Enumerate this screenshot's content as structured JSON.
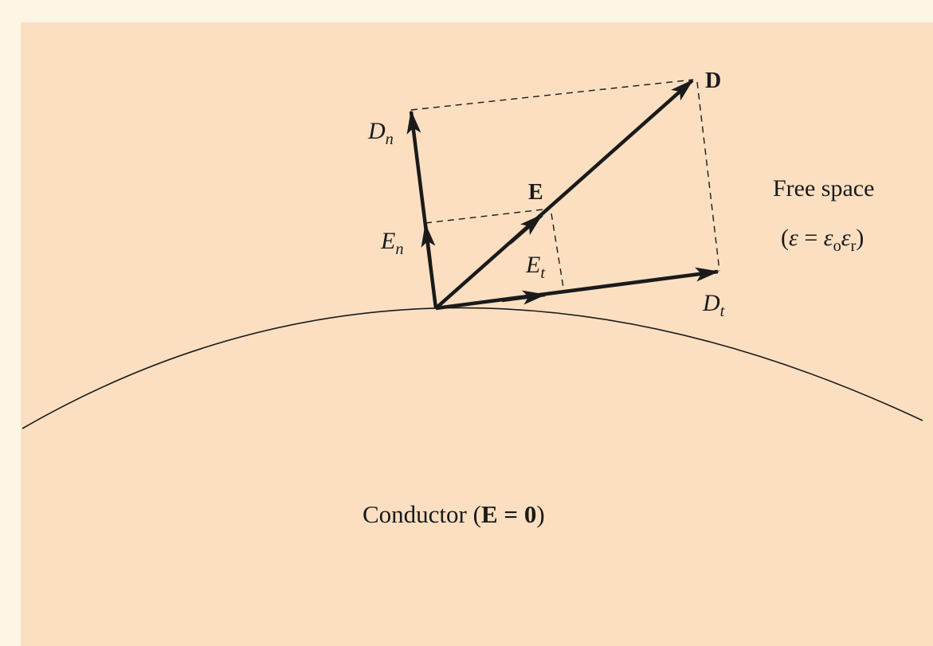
{
  "labels": {
    "d_vector": "D",
    "e_vector": "E",
    "dn_main": "D",
    "dn_sub": "n",
    "en_main": "E",
    "en_sub": "n",
    "et_main": "E",
    "et_sub": "t",
    "dt_main": "D",
    "dt_sub": "t"
  },
  "free_space": {
    "title": "Free space",
    "open": "(",
    "eps": "ε",
    "eq": " = ",
    "eps0": "ε",
    "sub0": "o",
    "epsr": "ε",
    "subr": "r",
    "close": ")"
  },
  "conductor": {
    "text": "Conductor (",
    "e": "E",
    "eq": " = ",
    "zero": "0",
    "close": ")"
  },
  "colors": {
    "outer_background": "#fdf6e4",
    "panel_background": "#fbdfc0",
    "ink": "#1a1a1a"
  }
}
